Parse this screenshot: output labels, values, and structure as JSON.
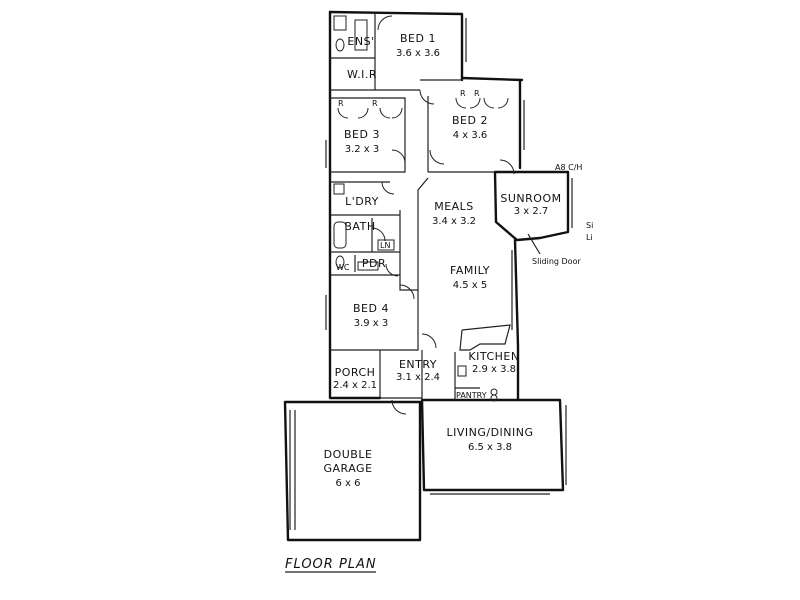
{
  "title": "FLOOR PLAN",
  "rooms": {
    "ensuite": {
      "name": "ENS'"
    },
    "wir": {
      "name": "W.I.R"
    },
    "bed1": {
      "name": "BED 1",
      "dims": "3.6 x 3.6"
    },
    "bed2": {
      "name": "BED 2",
      "dims": "4 x 3.6"
    },
    "bed3": {
      "name": "BED 3",
      "dims": "3.2 x 3"
    },
    "laundry": {
      "name": "L'DRY"
    },
    "bath": {
      "name": "BATH"
    },
    "wc": {
      "name": "WC"
    },
    "pdr": {
      "name": "PDR"
    },
    "bed4": {
      "name": "BED 4",
      "dims": "3.9 x 3"
    },
    "meals": {
      "name": "MEALS",
      "dims": "3.4 x 3.2"
    },
    "sunroom": {
      "name": "SUNROOM",
      "dims": "3 x 2.7"
    },
    "family": {
      "name": "FAMILY",
      "dims": "4.5 x 5"
    },
    "kitchen": {
      "name": "KITCHEN",
      "dims": "2.9 x 3.8"
    },
    "porch": {
      "name": "PORCH",
      "dims": "2.4 x 2.1"
    },
    "entry": {
      "name": "ENTRY",
      "dims": "3.1 x 2.4"
    },
    "garage": {
      "name": "DOUBLE",
      "name2": "GARAGE",
      "dims": "6 x 6"
    },
    "living": {
      "name": "LIVING/DINING",
      "dims": "6.5 x 3.8"
    }
  },
  "annotations": {
    "sliding_door": "Sliding Door",
    "ceiling": "A8 C/H",
    "pantry": "PANTRY",
    "linen": "LN",
    "robe": "R",
    "edge_text": "Si",
    "edge_text2": "Li"
  }
}
